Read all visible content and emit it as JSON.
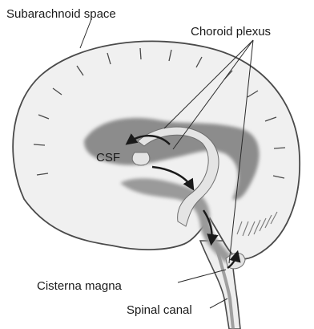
{
  "labels": {
    "subarachnoid": "Subarachnoid space",
    "choroid": "Choroid plexus",
    "csf": "CSF",
    "cisterna": "Cisterna magna",
    "spinal": "Spinal canal"
  },
  "colors": {
    "background": "#ffffff",
    "brain_fill": "#f0f0f0",
    "outline": "#4a4a4a",
    "ventricle_dark": "#8c8c8c",
    "ventricle_mid": "#a6a6a6",
    "choroid_fill": "#e4e4e4",
    "arrow": "#1a1a1a",
    "text": "#1a1a1a"
  }
}
